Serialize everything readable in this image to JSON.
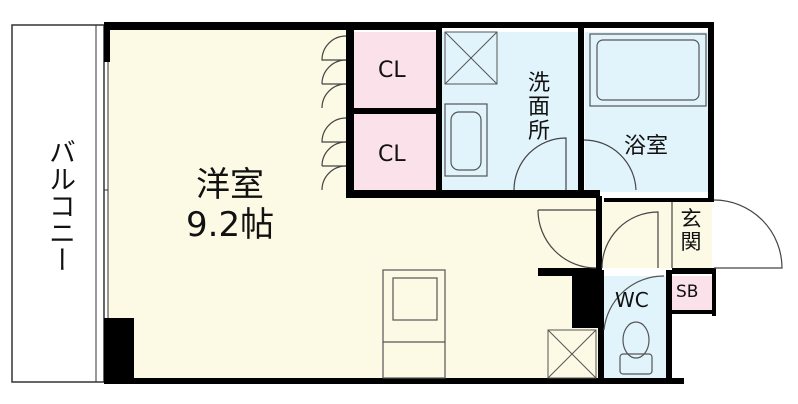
{
  "rooms": {
    "main": {
      "name": "洋室",
      "size": "9.2帖"
    },
    "closet_top": "CL",
    "closet_bottom": "CL",
    "washroom": [
      "洗",
      "面",
      "所"
    ],
    "bath": "浴室",
    "entrance": [
      "玄",
      "関"
    ],
    "toilet": "WC",
    "shoebox": "SB"
  },
  "balcony": "バルコニー",
  "colors": {
    "wall": "#000000",
    "main_room": "#fcf9e4",
    "closet": "#fbe1ea",
    "wet_area": "#e2f4fb",
    "balcony": "#ffffff",
    "line": "#555555"
  }
}
